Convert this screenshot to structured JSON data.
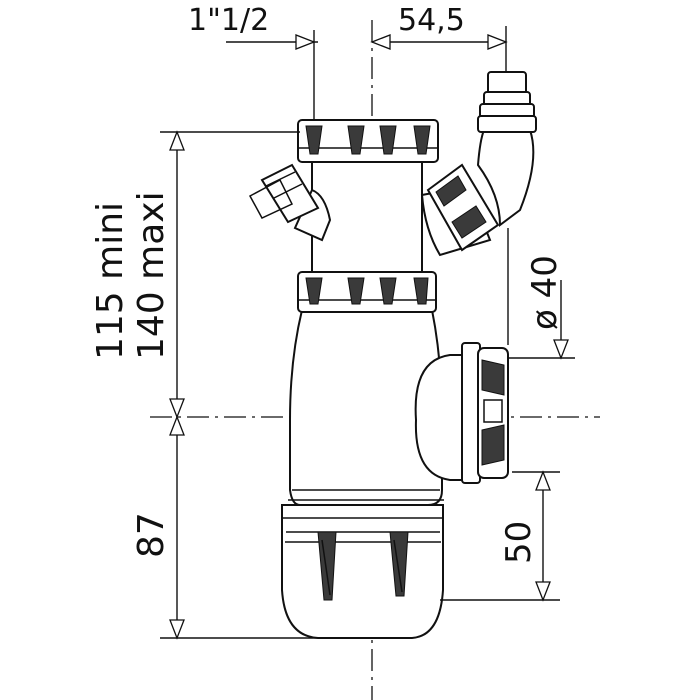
{
  "dimensions": {
    "thread_size": "1\"1/2",
    "offset": "54,5",
    "height_range_min": "115 mini",
    "height_range_max": "140 maxi",
    "outlet_diameter": "ø 40",
    "lower_height": "87",
    "outlet_height": "50"
  },
  "colors": {
    "line": "#111111",
    "background": "#ffffff"
  }
}
